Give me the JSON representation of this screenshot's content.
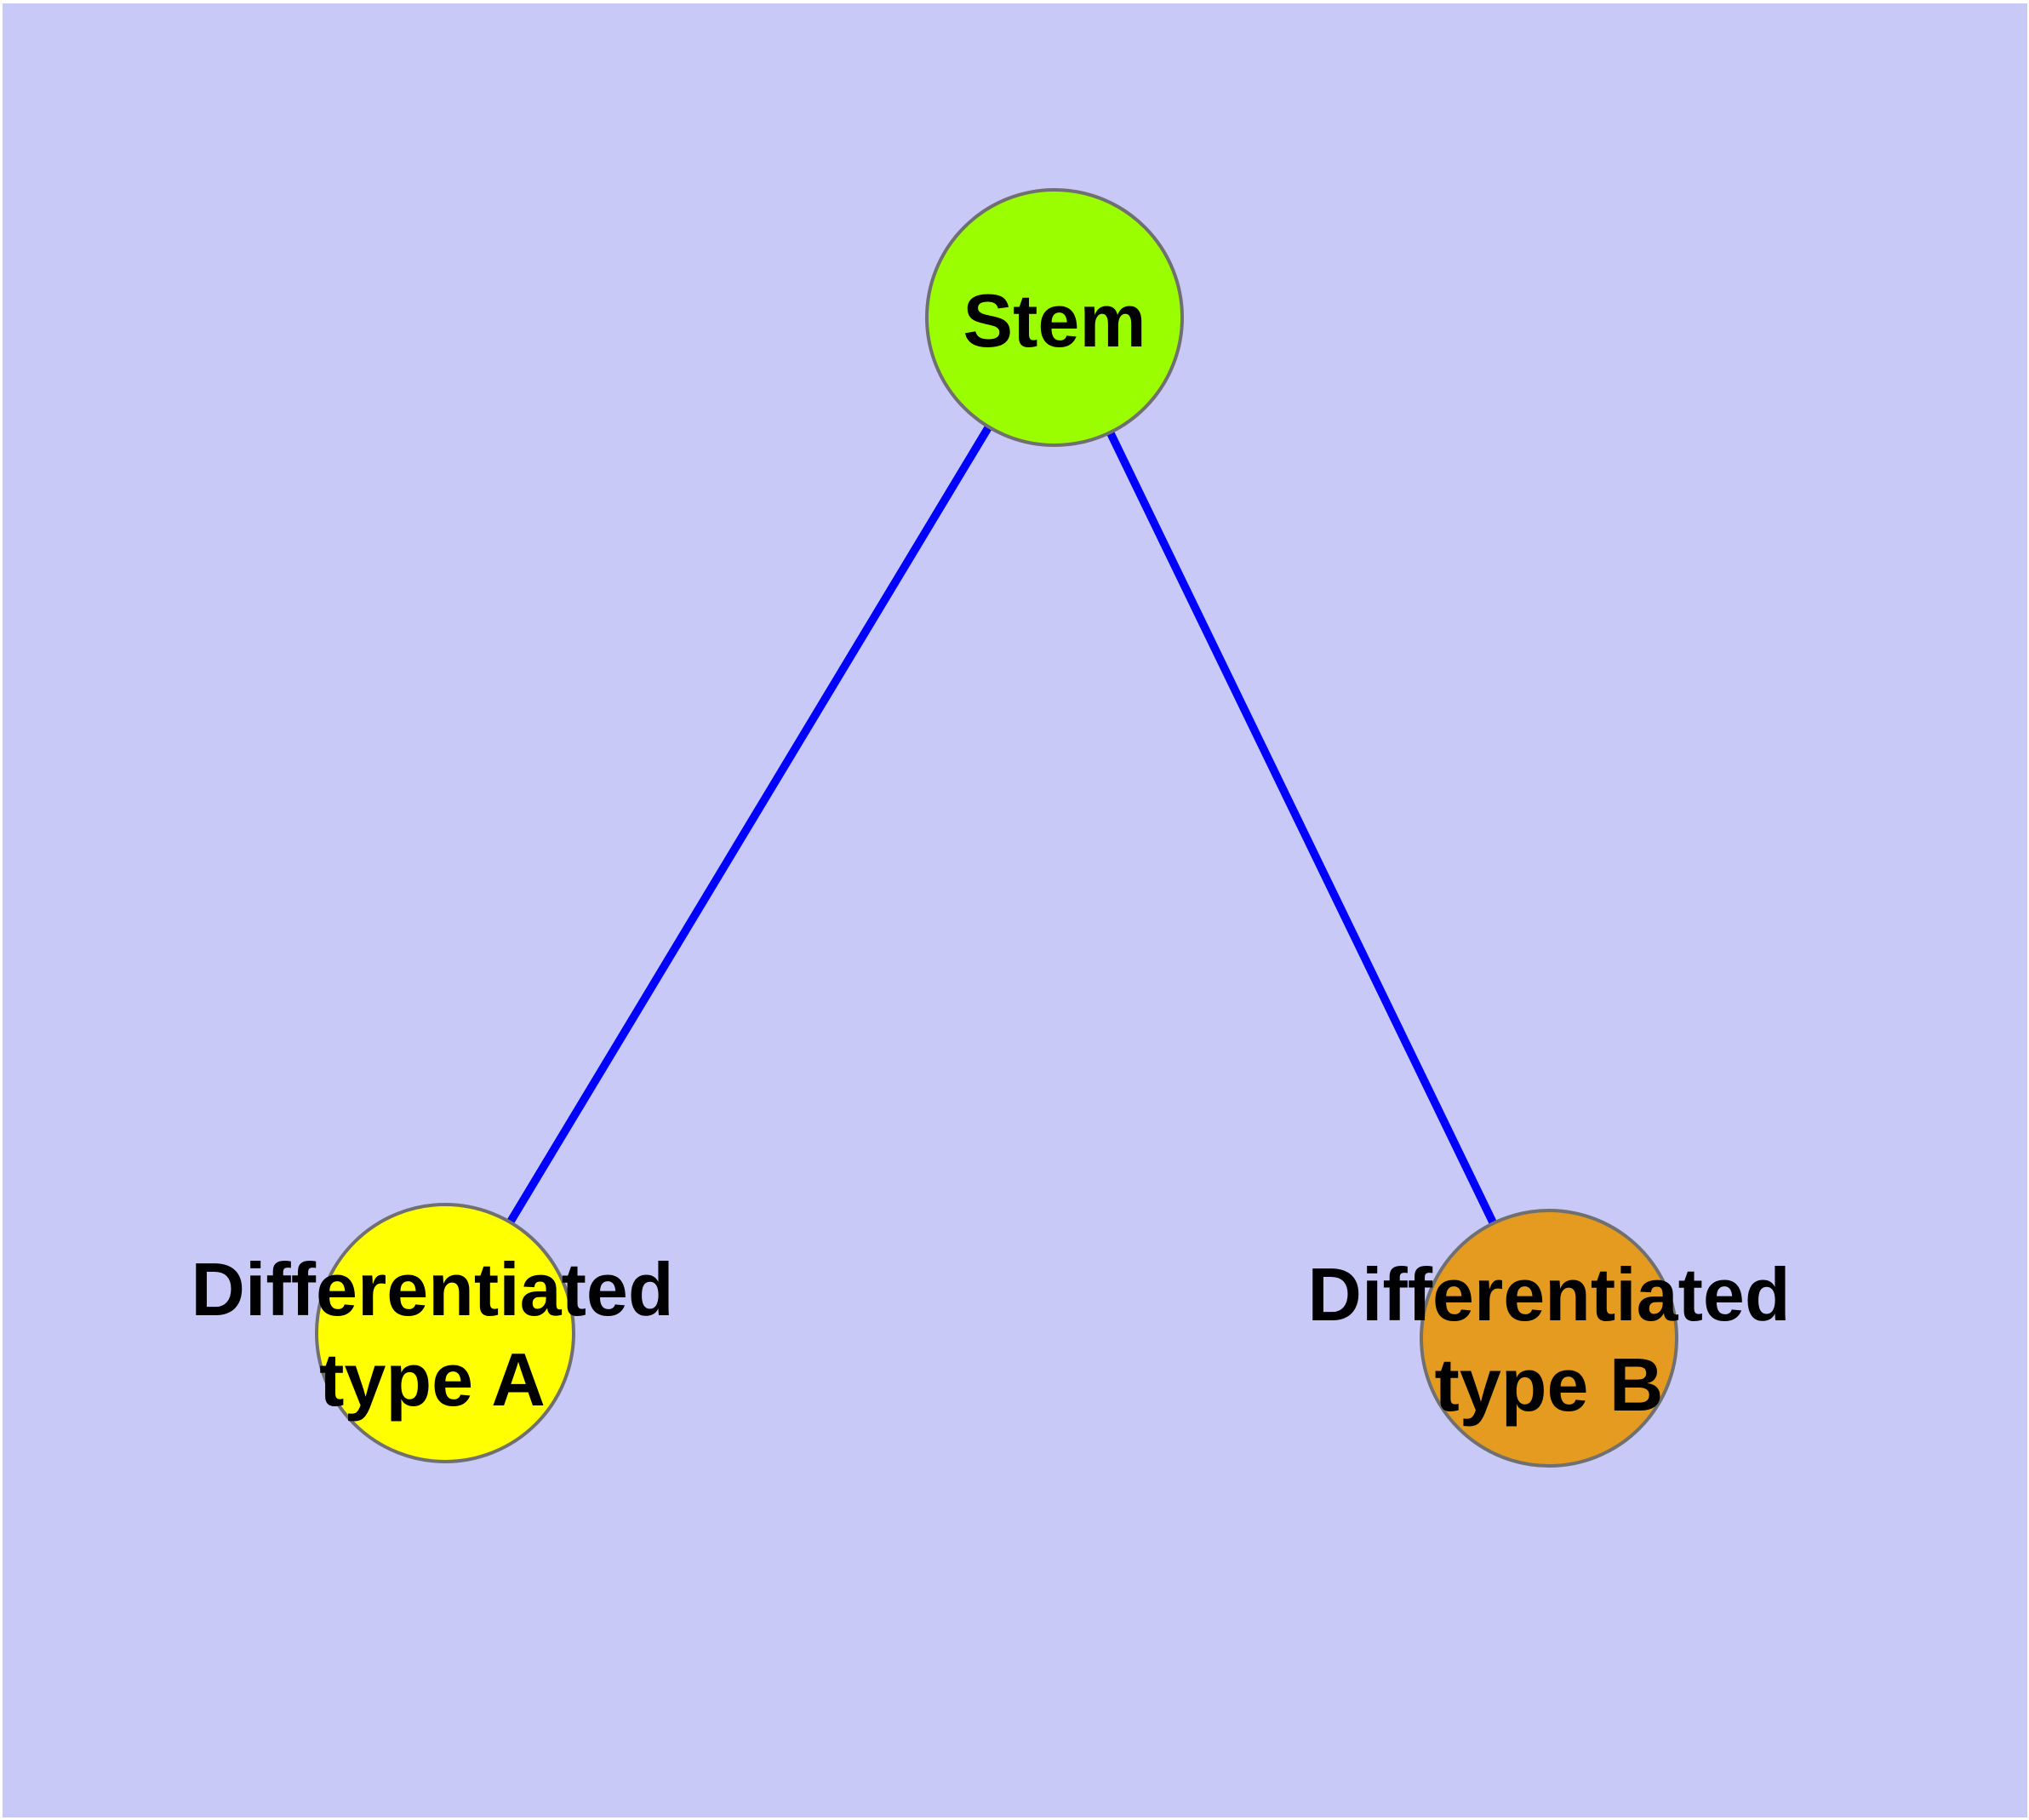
{
  "diagram": {
    "type": "graph",
    "colors": {
      "page_margin": "#ffffff",
      "background": "#c9c9f8",
      "edge": "#0000ff",
      "node_border": "#707070",
      "label_text": "#000000"
    },
    "nodes": [
      {
        "id": "stem",
        "label": "Stem",
        "label_lines": [
          "Stem"
        ],
        "color": "#9afe00"
      },
      {
        "id": "differentiated-type-a",
        "label": "Differentiated type A",
        "label_lines": [
          "Differentiated",
          "type A"
        ],
        "color": "#ffff00"
      },
      {
        "id": "differentiated-type-b",
        "label": "Differentiated type B",
        "label_lines": [
          "Differentiated",
          "type B"
        ],
        "color": "#e49b20"
      }
    ],
    "edges": [
      {
        "source": "stem",
        "target": "differentiated-type-a"
      },
      {
        "source": "stem",
        "target": "differentiated-type-b"
      }
    ]
  }
}
